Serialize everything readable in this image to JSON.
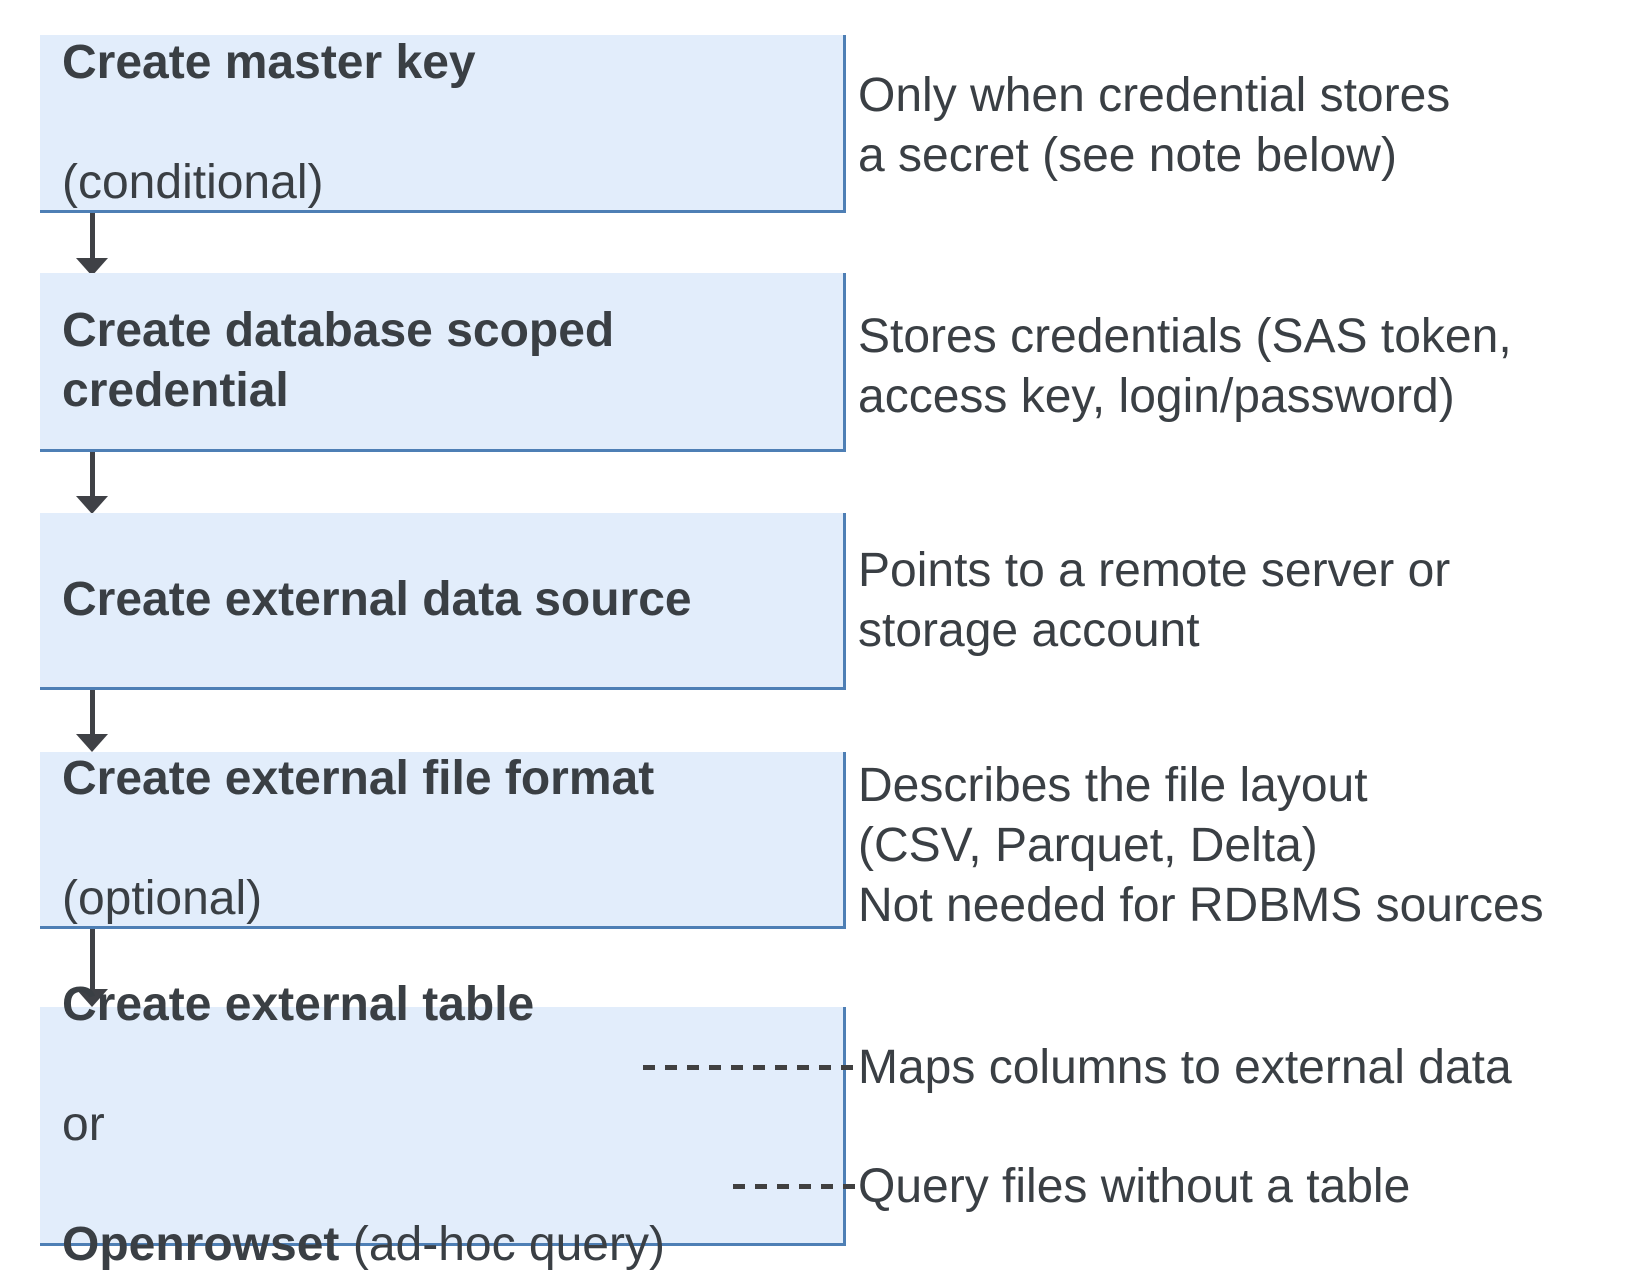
{
  "diagram": {
    "colors": {
      "box_fill": "#e2edfb",
      "box_border": "#4e7fb5",
      "text": "#3a3f44",
      "arrow": "#3f4146",
      "dash": "#404040"
    },
    "steps": [
      {
        "title": "Create master key",
        "subtitle": "(conditional)",
        "note": "Only when credential stores\na secret (see note below)"
      },
      {
        "title": "Create database scoped\ncredential",
        "note": "Stores credentials (SAS token,\naccess key, login/password)"
      },
      {
        "title": "Create external data source",
        "note": "Points to a remote server or\nstorage account"
      },
      {
        "title": "Create external file format",
        "subtitle": "(optional)",
        "note": "Describes the file layout\n(CSV, Parquet, Delta)\nNot needed for RDBMS sources"
      },
      {
        "title": "Create external table",
        "or_label": "or",
        "alt_title": "Openrowset",
        "alt_suffix": "(ad-hoc query)",
        "note_table": "Maps columns to external data",
        "note_openrowset": "Query files without a table"
      }
    ]
  }
}
